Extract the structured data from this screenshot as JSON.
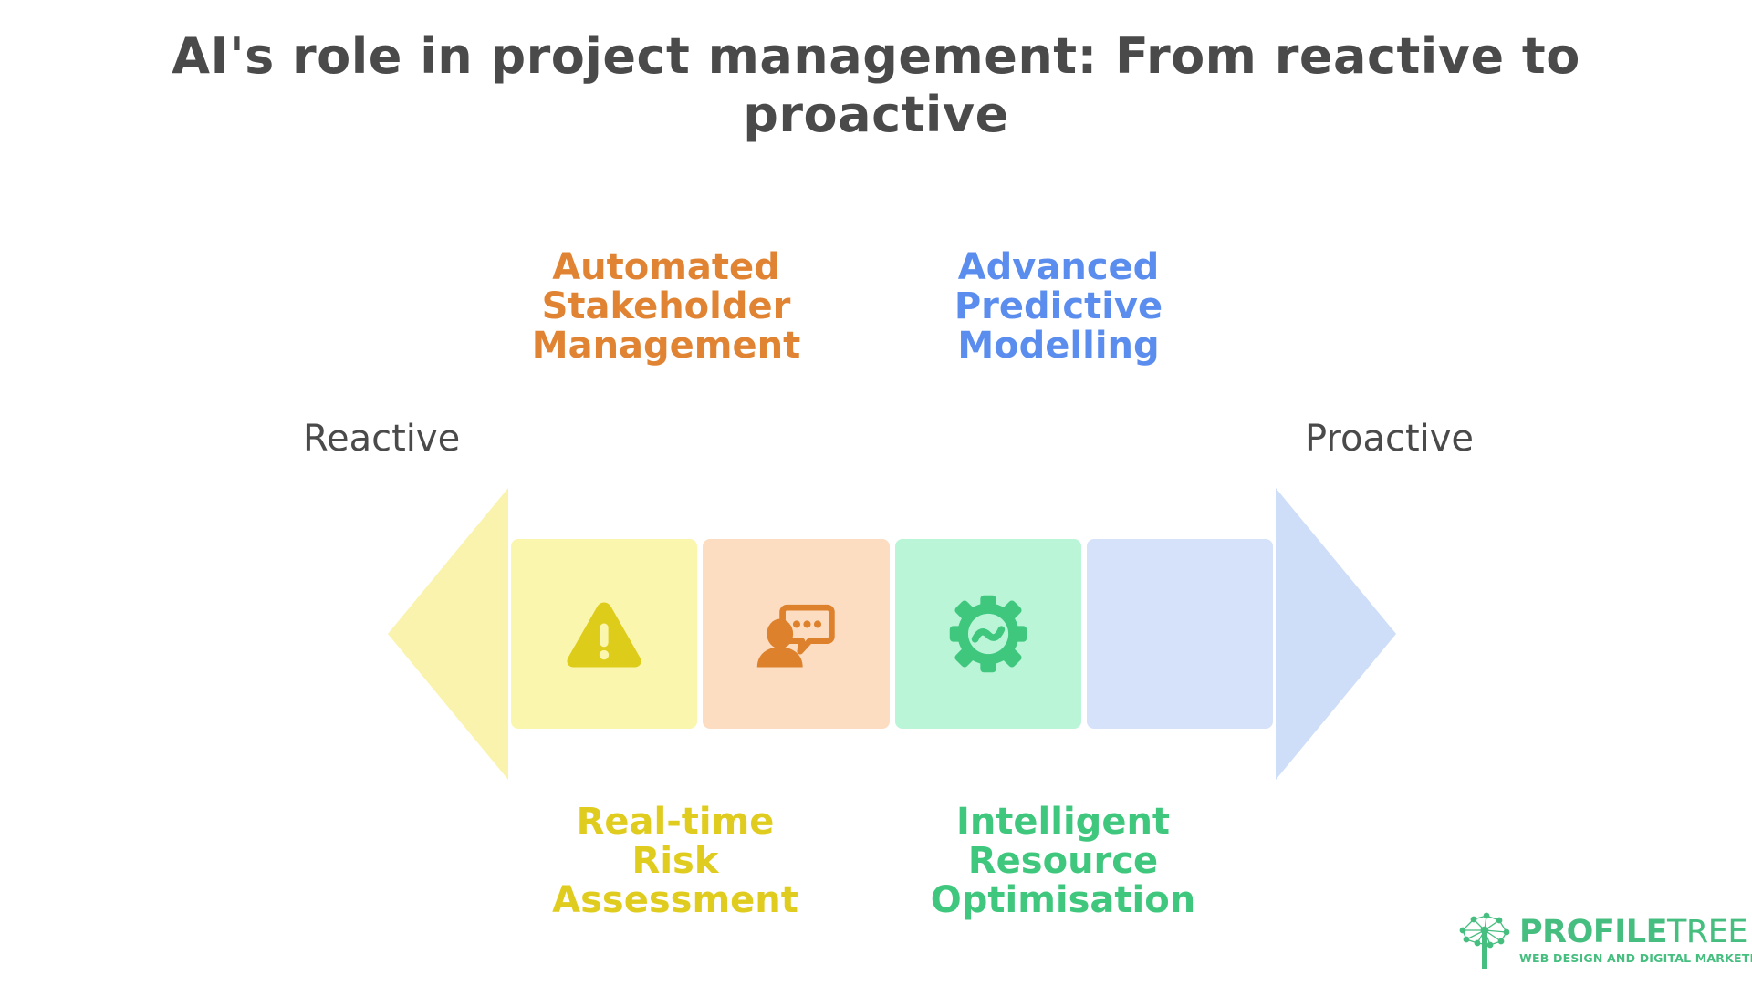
{
  "slide": {
    "background": "#ffffff",
    "title": "AI's role in project management: From reactive to proactive",
    "title_color": "#4a4a4a"
  },
  "spectrum": {
    "left_endpoint_label": "Reactive",
    "right_endpoint_label": "Proactive",
    "endpoint_color": "#4a4a4a",
    "left_arrow_color": "#FAF3AE",
    "right_arrow_color": "#CEDDF8"
  },
  "stages": [
    {
      "icon": "warning-triangle-icon",
      "box_color": "#FBF6AE",
      "icon_color": "#DECC1B",
      "caption": "Real-time\nRisk\nAssessment",
      "caption_color": "#E0CC1E",
      "caption_position": "bottom"
    },
    {
      "icon": "person-speech-bubble-icon",
      "box_color": "#FCDDC2",
      "icon_color": "#DD812C",
      "caption": "Automated\nStakeholder\nManagement",
      "caption_color": "#E08434",
      "caption_position": "top"
    },
    {
      "icon": "gear-analytics-icon",
      "box_color": "#B9F5D6",
      "icon_color": "#3FC77E",
      "caption": "Intelligent\nResource\nOptimisation",
      "caption_color": "#3FC77E",
      "caption_position": "bottom"
    },
    {
      "icon": "none",
      "box_color": "#D5E2FA",
      "icon_color": "#D5E2FA",
      "caption": "Advanced\nPredictive\nModelling",
      "caption_color": "#5B8DEE",
      "caption_position": "top"
    }
  ],
  "logo": {
    "mark": "network-tree-icon",
    "word_bold": "PROFILE",
    "word_light": "TREE",
    "tagline": "WEB DESIGN AND DIGITAL MARKETING",
    "color": "#45BE7F"
  }
}
